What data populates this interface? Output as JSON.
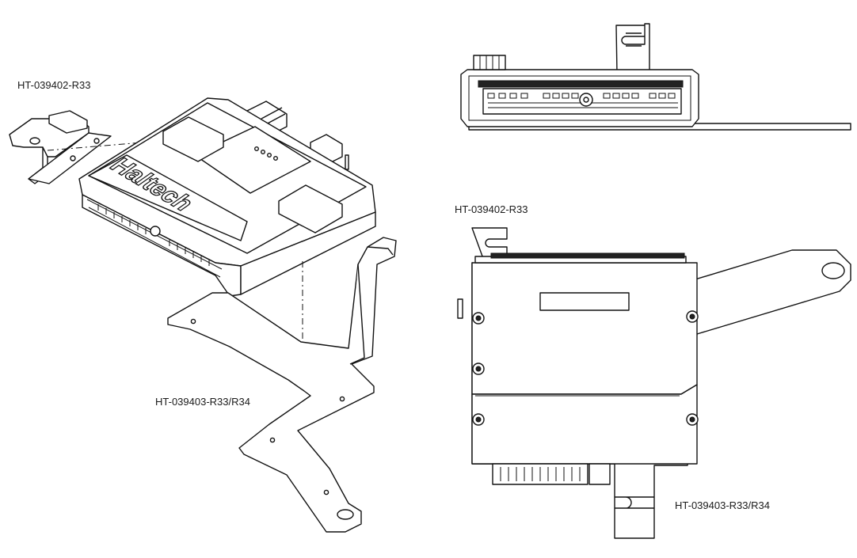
{
  "labels": {
    "top_left": "HT-039402-R33",
    "mid_left": "HT-039403-R33/R34",
    "mid_right": "HT-039402-R33",
    "bottom_right": "HT-039403-R33/R34"
  },
  "logo_text": "Haltech",
  "colors": {
    "line": "#111111",
    "background": "#ffffff"
  }
}
